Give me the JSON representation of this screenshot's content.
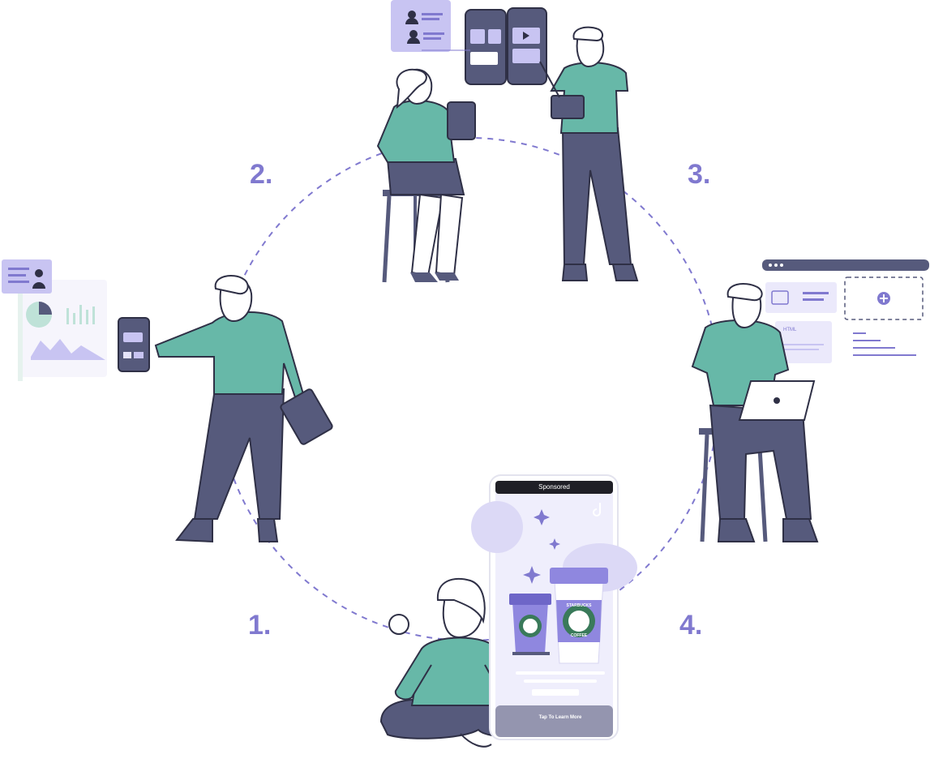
{
  "steps": {
    "one": "1.",
    "two": "2.",
    "three": "3.",
    "four": "4."
  },
  "phone_ad": {
    "header": "Sponsored",
    "cta": "Tap To Learn More",
    "cup_brand_top": "STARBUCKS",
    "cup_brand_bottom": "COFFEE"
  },
  "web_card": {
    "label": "HTML"
  },
  "colors": {
    "accent_purple": "#8079cf",
    "teal": "#67b8a8",
    "navy": "#565a7c",
    "lavender": "#c8c4f2",
    "lavender_light": "#ebe9fb"
  }
}
